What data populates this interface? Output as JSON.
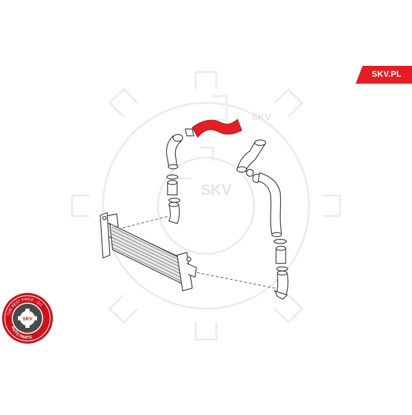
{
  "brand": {
    "label": "SKV.PL",
    "color": "#e31e24"
  },
  "watermark": {
    "text_1": "SKV",
    "text_2": "SKV"
  },
  "seal": {
    "ring_text_top": "THE BEST PRICE - QU",
    "center_text": "SKV",
    "ring_text_bottom": "AUTO PARTS"
  },
  "diagram": {
    "highlight_color": "#e31e24",
    "line_color": "#3a3a3a",
    "icons": [
      "gear-watermark-icon",
      "intercooler-icon",
      "hose-icon",
      "clamp-icon"
    ]
  }
}
